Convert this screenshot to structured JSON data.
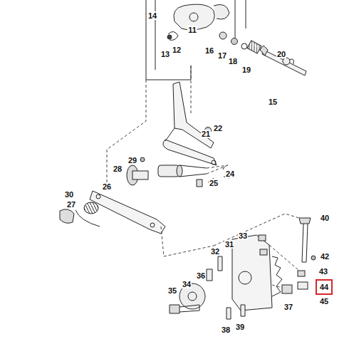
{
  "diagram": {
    "nodes": [
      {
        "text": [
          "44"
        ]
      }
    ],
    "labels": [
      "14",
      "11",
      "12",
      "13",
      "16",
      "17",
      "18",
      "19",
      "20",
      "15",
      "21",
      "22",
      "24",
      "25",
      "29",
      "28",
      "26",
      "27",
      "30",
      "40",
      "33",
      "31",
      "32",
      "42",
      "43",
      "36",
      "34",
      "45",
      "35",
      "37",
      "38",
      "39"
    ]
  }
}
